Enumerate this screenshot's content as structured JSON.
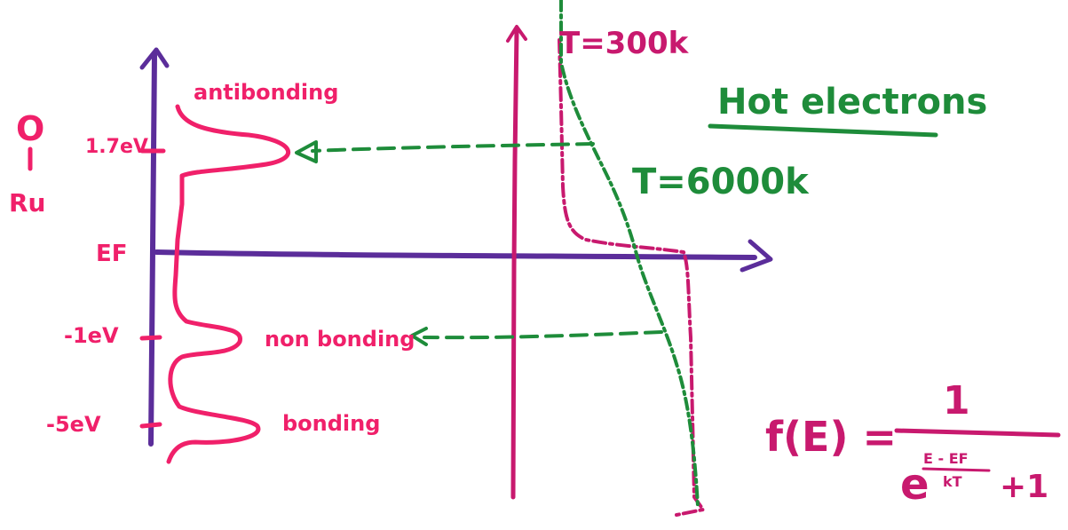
{
  "colors": {
    "axis_purple": "#5b2d9a",
    "dos_pink": "#f0206a",
    "fermi_magenta": "#c8196e",
    "hot_green": "#1e8c3a"
  },
  "labels": {
    "antibonding": "antibonding",
    "nonbonding": "non bonding",
    "bonding": "bonding",
    "energy_17": "1.7eV",
    "fermi_level": "EF",
    "energy_m1": "-1eV",
    "energy_m5": "-5eV",
    "adsorbate_o": "O",
    "adsorbate_ru": "Ru",
    "t_300": "T=300k",
    "t_6000": "T=6000k",
    "hot_electrons": "Hot electrons",
    "formula_lhs": "f(E) =",
    "formula_num": "1",
    "formula_exp_num": "E - EF",
    "formula_exp_den": "kT",
    "formula_base": "e",
    "formula_plus_one": "+1"
  }
}
